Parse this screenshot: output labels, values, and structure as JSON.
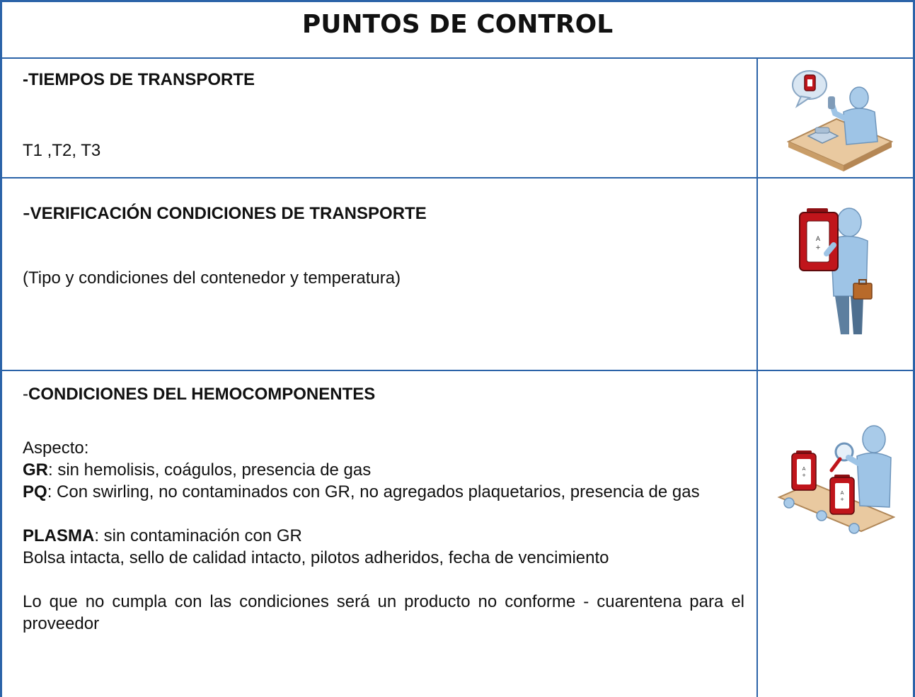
{
  "title": "PUNTOS DE CONTROL",
  "sections": [
    {
      "dash": "-",
      "heading": "TIEMPOS DE TRANSPORTE",
      "body": "T1 ,T2, T3",
      "icon": "phone-operator-icon"
    },
    {
      "dash": "-",
      "heading": "VERIFICACIÓN CONDICIONES DE TRANSPORTE",
      "body": "(Tipo y condiciones del contenedor y temperatura)",
      "icon": "person-blood-bag-icon"
    },
    {
      "dash": "-",
      "heading": "CONDICIONES DEL HEMOCOMPONENTES",
      "aspect_label": "Aspecto:",
      "items": [
        {
          "term": "GR",
          "text": ": sin hemolisis, coágulos, presencia de gas"
        },
        {
          "term": "PQ",
          "text": ": Con swirling, no contaminados con GR, no agregados plaquetarios, presencia de gas"
        },
        {
          "term": "PLASMA",
          "text": ": sin contaminación con GR"
        }
      ],
      "bag_text": "Bolsa intacta, sello de calidad intacto, pilotos adheridos, fecha de vencimiento",
      "nonconforming_text": "Lo que no cumpla con las condiciones será un producto no conforme - cuarentena para el proveedor",
      "icon": "inspection-conveyor-icon"
    }
  ],
  "colors": {
    "border": "#2b63a8",
    "bag_red": "#c0151b",
    "figure_blue": "#9ec4e6"
  }
}
